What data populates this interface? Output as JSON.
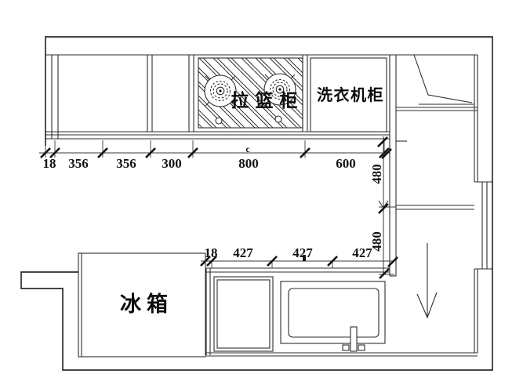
{
  "plan": {
    "labels": {
      "pull_basket_cabinet": "拉篮柜",
      "washing_machine_cabinet": "洗衣机柜",
      "fridge": "冰箱"
    },
    "dimensions": {
      "top": [
        "18",
        "356",
        "356",
        "300",
        "800",
        "600"
      ],
      "top_centerline_mark": "c",
      "right": [
        "480",
        "480"
      ],
      "middle": [
        "18",
        "427",
        "427",
        "427"
      ],
      "middle_center_mark": ""
    }
  }
}
